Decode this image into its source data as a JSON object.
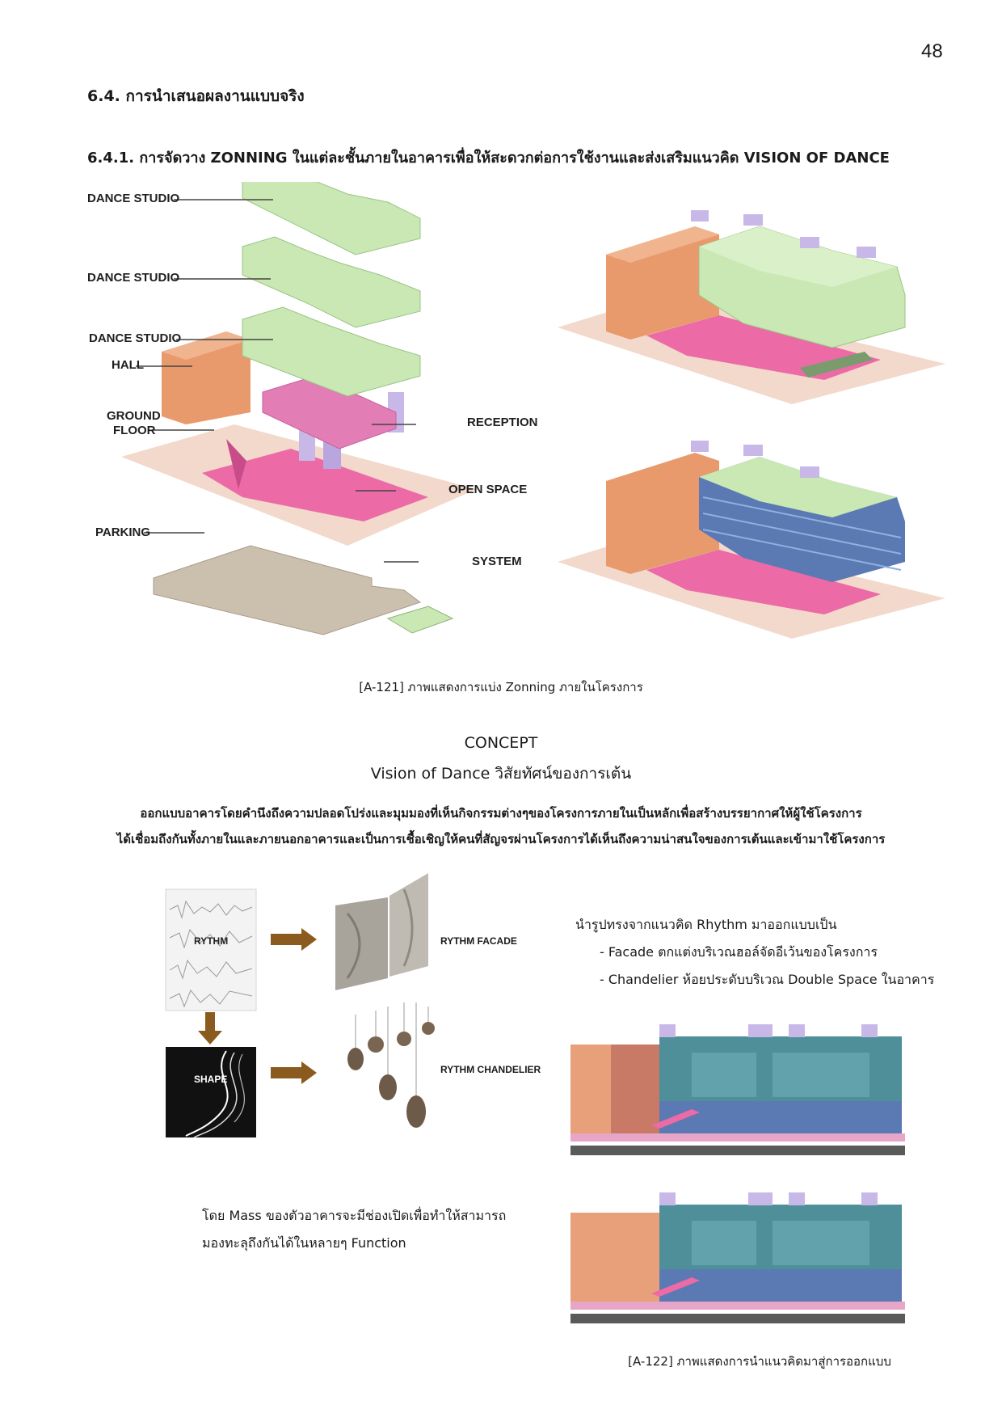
{
  "page_number": "48",
  "section_heading": "6.4. การนำเสนอผลงานแบบจริง",
  "subsection_heading": "6.4.1. การจัดวาง ZONNING ในแต่ละชั้นภายในอาคารเพื่อให้สะดวกต่อการใช้งานและส่งเสริมแนวคิด VISION OF DANCE",
  "zoning_diagram": {
    "labels": {
      "studio_top": "DANCE STUDIO",
      "studio_mid": "DANCE STUDIO",
      "studio_low": "DANCE STUDIO",
      "hall": "HALL",
      "ground_floor_1": "GROUND",
      "ground_floor_2": "FLOOR",
      "reception": "RECEPTION",
      "open_space": "OPEN SPACE",
      "parking": "PARKING",
      "system": "SYSTEM"
    },
    "colors": {
      "studio": "#c9e8b4",
      "hall": "#e89a6c",
      "reception": "#e27db5",
      "open_space": "#ec6aa6",
      "ground": "#f3d9cc",
      "parking": "#cbbfae",
      "column": "#c8b8e8",
      "glass": "#5b79b3"
    }
  },
  "caption_1": "[A-121] ภาพแสดงการแบ่ง Zonning ภายในโครงการ",
  "concept": {
    "title": "CONCEPT",
    "subtitle": "Vision of Dance  วิสัยทัศน์ของการเต้น",
    "paragraph_line_1": "ออกแบบอาคารโดยคำนึงถึงความปลอดโปร่งและมุมมองที่เห็นกิจกรรมต่างๆของโครงการภายในเป็นหลักเพื่อสร้างบรรยากาศให้ผู้ใช้โครงการ",
    "paragraph_line_2": "ได้เชื่อมถึงกันทั้งภายในและภายนอกอาคารและเป็นการเชื้อเชิญให้คนที่สัญจรผ่านโครงการได้เห็นถึงความน่าสนใจของการเต้นและเข้ามาใช้โครงการ"
  },
  "rhythm_diagram": {
    "rythm_label": "RYTHM",
    "shape_label": "SHAPE",
    "facade_label": "RYTHM FACADE",
    "chandelier_label": "RYTHM CHANDELIER"
  },
  "rhythm_notes": {
    "line_1": "นำรูปทรงจากแนวคิด Rhythm มาออกแบบเป็น",
    "line_2": "- Facade ตกแต่งบริเวณฮอล์จัดอีเว้นของโครงการ",
    "line_3": "- Chandelier ห้อยประดับบริเวณ Double Space ในอาคาร"
  },
  "mass_notes": {
    "line_1": "โดย Mass ของตัวอาคารจะมีช่องเปิดเพื่อทำให้สามารถ",
    "line_2": "มองทะลุถึงกันได้ในหลายๆ Function"
  },
  "caption_2": "[A-122] ภาพแสดงการนำแนวคิดมาสู่การออกแบบ"
}
